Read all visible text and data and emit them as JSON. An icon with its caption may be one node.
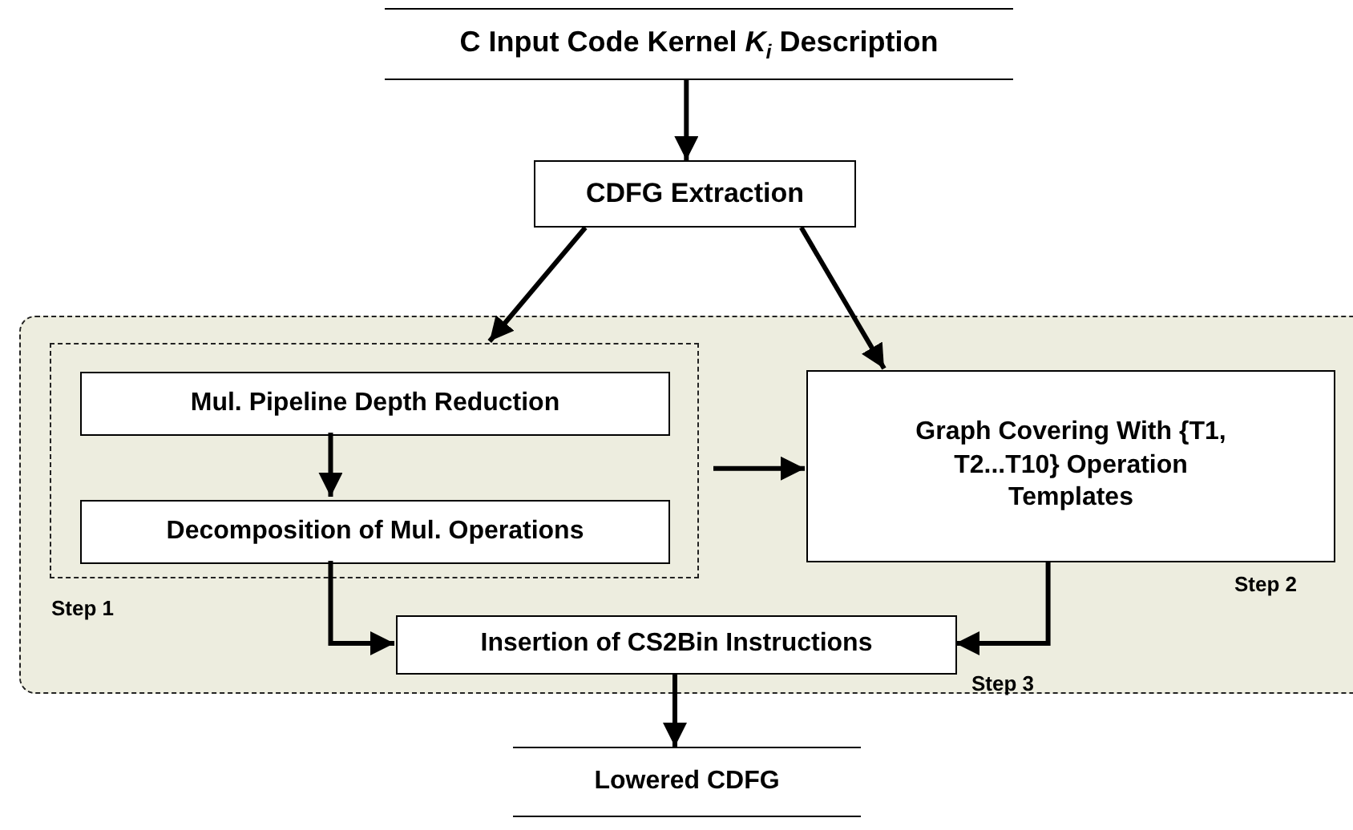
{
  "diagram": {
    "nodes": [
      {
        "text": [
          "C Input Code Kernel *K*$_{i}$ Description"
        ]
      },
      {
        "text": [
          "CDFG Extraction"
        ]
      },
      {
        "text": [],
        "shape": "box"
      },
      {
        "text": [],
        "shape": "box",
        "in": 2,
        "beside": [
          "Step 1"
        ]
      },
      {
        "text": [
          "Mul. Pipeline Depth Reduction"
        ],
        "in": 3
      },
      {
        "text": [
          "Decomposition of Mul. Operations"
        ],
        "in": 3
      },
      {
        "text": [
          "Graph Covering With {T1, T2...T10} Operation Templates"
        ],
        "in": 2,
        "beside": [
          "Step 2"
        ]
      },
      {
        "text": [
          "Insertion of CS2Bin Instructions"
        ],
        "in": 2,
        "beside": [
          "Step 3"
        ]
      },
      {
        "text": [
          "Lowered CDFG"
        ]
      }
    ],
    "edges": [
      {
        "from": 0,
        "to": 1,
        "arrow": "to"
      },
      {
        "from": 1,
        "to": 3,
        "arrow": "to"
      },
      {
        "from": 1,
        "to": 6,
        "arrow": "to"
      },
      {
        "from": 4,
        "to": 5,
        "arrow": "to"
      },
      {
        "from": 3,
        "to": 6,
        "arrow": "to"
      },
      {
        "from": 5,
        "to": 7,
        "arrow": "to"
      },
      {
        "from": 6,
        "to": 7,
        "arrow": "to"
      },
      {
        "from": 7,
        "to": 8,
        "arrow": "to"
      }
    ]
  }
}
